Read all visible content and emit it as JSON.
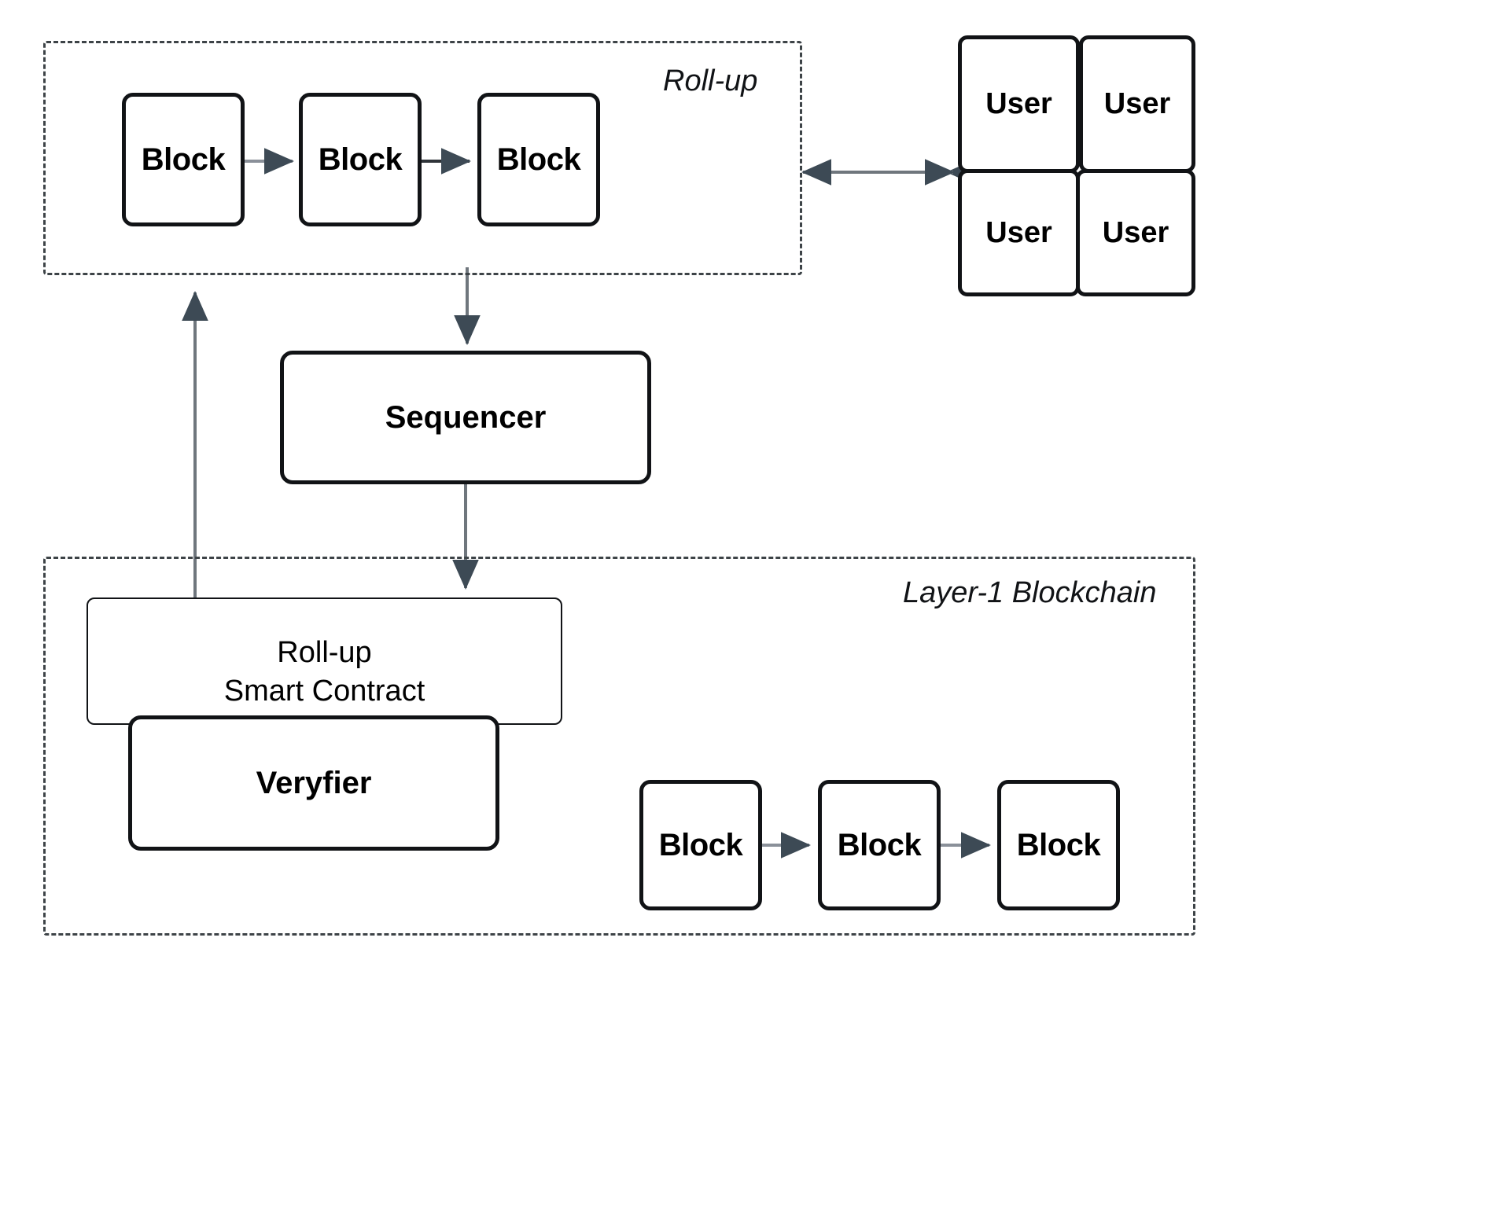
{
  "diagram": {
    "title_visible": false,
    "colors": {
      "stroke": "#111316",
      "dashed_zone": "#3d4347",
      "arrow_fill": "#3d4a55",
      "background": "#ffffff"
    },
    "zones": [
      {
        "id": "rollup",
        "label": "Roll-up"
      },
      {
        "id": "layer1",
        "label": "Layer-1 Blockchain"
      }
    ],
    "rollup_chain": {
      "blocks": [
        {
          "label": "Block"
        },
        {
          "label": "Block"
        },
        {
          "label": "Block"
        }
      ]
    },
    "users": [
      {
        "label": "User"
      },
      {
        "label": "User"
      },
      {
        "label": "User"
      },
      {
        "label": "User"
      }
    ],
    "sequencer": {
      "label": "Sequencer"
    },
    "smart_contract": {
      "line1": "Roll-up",
      "line2": "Smart Contract"
    },
    "veryfier": {
      "label": "Veryfier"
    },
    "layer1_chain": {
      "blocks": [
        {
          "label": "Block"
        },
        {
          "label": "Block"
        },
        {
          "label": "Block"
        }
      ]
    },
    "connectors": [
      {
        "id": "rollup-block1-to-block2",
        "type": "arrow-right"
      },
      {
        "id": "rollup-block2-to-block3",
        "type": "arrow-right"
      },
      {
        "id": "rollup-to-users",
        "type": "arrow-bidirectional"
      },
      {
        "id": "rollup-to-sequencer",
        "type": "arrow-down"
      },
      {
        "id": "sequencer-to-smart-contract",
        "type": "arrow-down"
      },
      {
        "id": "smart-contract-to-rollup",
        "type": "arrow-up"
      },
      {
        "id": "l1-block1-to-block2",
        "type": "arrow-right"
      },
      {
        "id": "l1-block2-to-block3",
        "type": "arrow-right"
      }
    ]
  }
}
